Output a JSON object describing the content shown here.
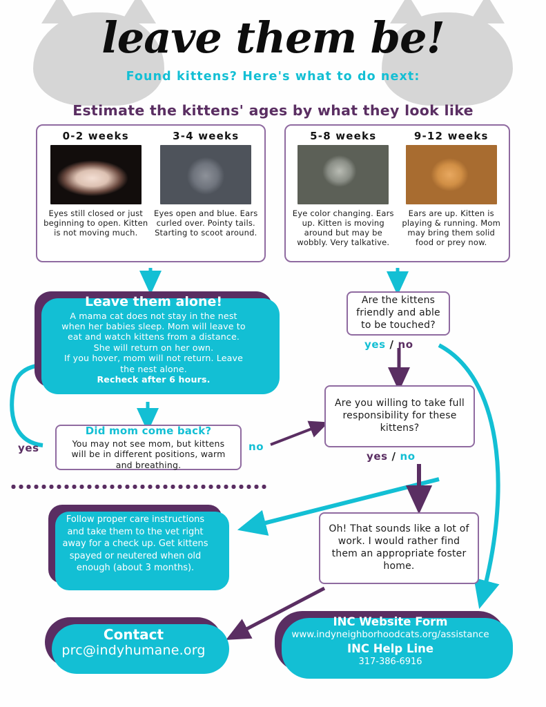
{
  "header": {
    "title": "leave them be!",
    "subtitle": "Found kittens? Here's what to do next:",
    "section_heading": "Estimate the kittens' ages by what they look like"
  },
  "colors": {
    "purple": "#5a2e62",
    "purple_outline": "#8f6aa0",
    "teal": "#13bfd4",
    "text": "#1b1b1b",
    "background": "#ffffff"
  },
  "age_groups": [
    {
      "cards": [
        {
          "label": "0-2 weeks",
          "photo": "newborn-white-kitten-photo",
          "description": "Eyes still closed or just beginning to open. Kitten is not moving much."
        },
        {
          "label": "3-4 weeks",
          "photo": "gray-kitten-blue-eyes-photo",
          "description": "Eyes open and blue. Ears curled over. Pointy tails. Starting to scoot around."
        }
      ]
    },
    {
      "cards": [
        {
          "label": "5-8 weeks",
          "photo": "tabby-kittens-in-grass-photo",
          "description": "Eye color changing. Ears up. Kitten is moving around but may be wobbly. Very talkative."
        },
        {
          "label": "9-12 weeks",
          "photo": "orange-kitten-standing-photo",
          "description": "Ears are up. Kitten is playing & running. Mom may bring them solid food or prey now."
        }
      ]
    }
  ],
  "flow": {
    "leave_alone": {
      "headline": "Leave them alone!",
      "line1": "A mama cat does not stay in the nest",
      "line2": "when her babies sleep. Mom will leave to",
      "line3": "eat and watch kittens from a distance.",
      "line4": "She will return on her own.",
      "line5": "If you hover, mom will not return. Leave",
      "line6": "the nest alone.",
      "line7": "Recheck after 6 hours."
    },
    "did_mom": {
      "title": "Did mom come back?",
      "body": "You may not see mom, but kittens will be in different positions, warm and breathing.",
      "yes_label": "yes",
      "no_label": "no"
    },
    "friendly": {
      "question": "Are the kittens friendly and able to be touched?",
      "yes_label": "yes",
      "separator": "/",
      "no_label": "no"
    },
    "responsibility": {
      "question": "Are you willing to take full responsibility for these kittens?",
      "yes_label": "yes",
      "separator": "/",
      "no_label": "no"
    },
    "follow_care": {
      "body": "Follow proper care instructions and take them to the vet right away for a check up. Get kittens spayed or neutered when old enough (about 3 months)."
    },
    "foster": {
      "body": "Oh! That sounds like a lot of work. I would rather find them an appropriate foster home."
    }
  },
  "footer": {
    "contact": {
      "headline": "Contact",
      "email": "prc@indyhumane.org"
    },
    "inc": {
      "form_heading": "INC Website Form",
      "url": "www.indyneighborhoodcats.org/assistance",
      "helpline_heading": "INC Help Line",
      "phone": "317-386-6916"
    }
  }
}
